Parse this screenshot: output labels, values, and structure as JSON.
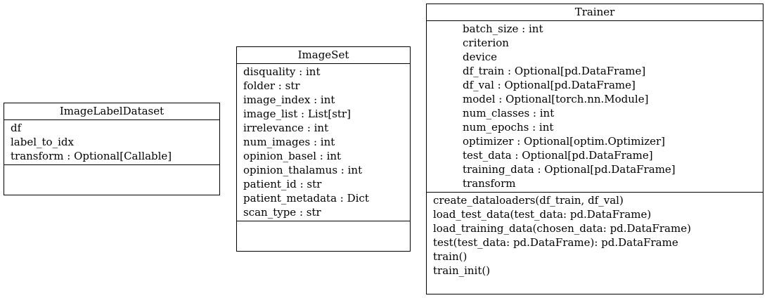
{
  "classes": {
    "image_label_dataset": {
      "name": "ImageLabelDataset",
      "attributes": [
        "df",
        "label_to_idx",
        "transform : Optional[Callable]"
      ],
      "methods": []
    },
    "image_set": {
      "name": "ImageSet",
      "attributes": [
        "disquality : int",
        "folder : str",
        "image_index : int",
        "image_list : List[str]",
        "irrelevance : int",
        "num_images : int",
        "opinion_basel : int",
        "opinion_thalamus : int",
        "patient_id : str",
        "patient_metadata : Dict",
        "scan_type : str"
      ],
      "methods": []
    },
    "trainer": {
      "name": "Trainer",
      "attributes": [
        "batch_size : int",
        "criterion",
        "device",
        "df_train : Optional[pd.DataFrame]",
        "df_val : Optional[pd.DataFrame]",
        "model : Optional[torch.nn.Module]",
        "num_classes : int",
        "num_epochs : int",
        "optimizer : Optional[optim.Optimizer]",
        "test_data : Optional[pd.DataFrame]",
        "training_data : Optional[pd.DataFrame]",
        "transform"
      ],
      "methods": [
        "create_dataloaders(df_train, df_val)",
        "load_test_data(test_data: pd.DataFrame)",
        "load_training_data(chosen_data: pd.DataFrame)",
        "test(test_data: pd.DataFrame): pd.DataFrame",
        "train()",
        "train_init()"
      ]
    }
  }
}
